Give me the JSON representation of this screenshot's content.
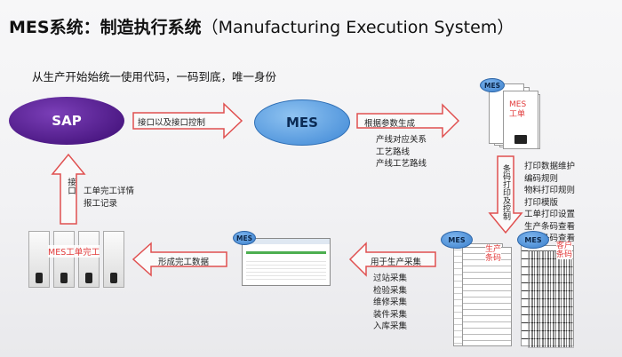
{
  "title": {
    "main": "MES系统：制造执行系统",
    "en": "（Manufacturing Execution System）"
  },
  "subtitle": "从生产开始始统一使用代码，一码到底，唯一身份",
  "nodes": {
    "sap": "SAP",
    "mes": "MES"
  },
  "arrows": {
    "sap_to_mes": "接口以及接口控制",
    "mes_to_docs": "根据参数生成",
    "docs_to_labels": "条码打印及控制",
    "labels_to_screen": "用于生产采集",
    "screen_to_machines": "形成完工数据",
    "machines_to_sap": "接口"
  },
  "mes_outputs": [
    "产线对应关系",
    "工艺路线",
    "产线工艺路线"
  ],
  "print_functions": [
    "打印数据维护",
    "编码规则",
    "物料打印规则",
    "打印模版",
    "工单打印设置",
    "生产条码查看",
    "客户条码查看"
  ],
  "collection_items": [
    "过站采集",
    "检验采集",
    "维修采集",
    "装件采集",
    "入库采集"
  ],
  "completion_notes": [
    "工单完工详情",
    "报工记录"
  ],
  "doc_stack_label": [
    "MES",
    "工单"
  ],
  "machines_label": "MES工单完工",
  "badge_label": "MES",
  "label_groups": {
    "production": [
      "生产",
      "条码"
    ],
    "customer": [
      "客户",
      "条码"
    ]
  },
  "colors": {
    "sap": "#5a2294",
    "mes": "#5aa0e6",
    "accent_red": "#e23b3b",
    "arrow_fill": "#fafafa",
    "arrow_stroke": "#e05050"
  }
}
